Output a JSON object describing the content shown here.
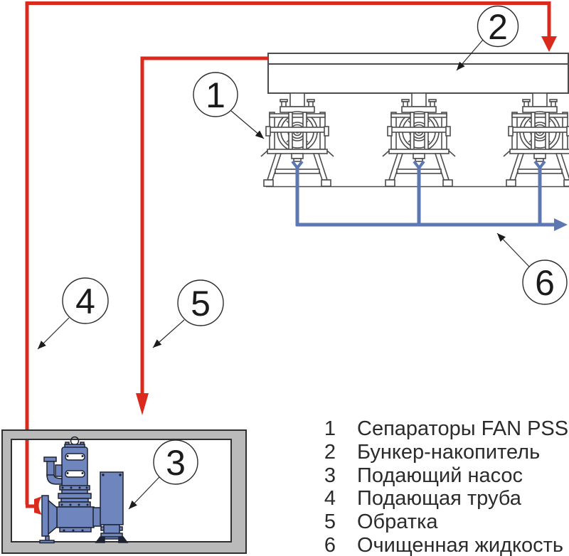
{
  "diagram": {
    "legend": {
      "items": [
        {
          "num": "1",
          "label": "Сепараторы FAN PSS"
        },
        {
          "num": "2",
          "label": "Бункер-накопитель"
        },
        {
          "num": "3",
          "label": "Подающий насос"
        },
        {
          "num": "4",
          "label": "Подающая труба"
        },
        {
          "num": "5",
          "label": "Обратка"
        },
        {
          "num": "6",
          "label": "Очищенная жидкость"
        }
      ]
    },
    "colors": {
      "feed_pipe_red": "#DA2A1E",
      "clean_pipe_blue": "#5C77B2",
      "equipment_blue": "#6E86BD",
      "tank_gray": "#BABABA"
    }
  }
}
